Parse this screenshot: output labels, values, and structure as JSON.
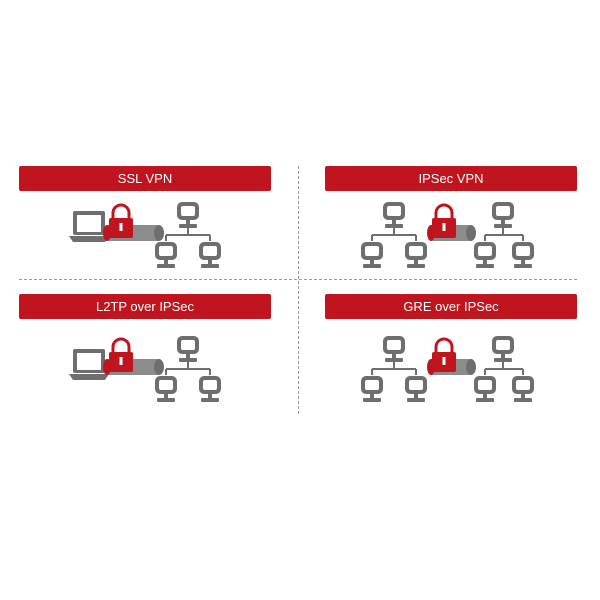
{
  "panels": [
    {
      "id": "ssl",
      "title": "SSL VPN",
      "layout": "laptop-to-network"
    },
    {
      "id": "ipsec",
      "title": "IPSec VPN",
      "layout": "network-to-network"
    },
    {
      "id": "l2tp",
      "title": "L2TP over IPSec",
      "layout": "laptop-to-network"
    },
    {
      "id": "gre",
      "title": "GRE over IPSec",
      "layout": "network-to-network"
    }
  ],
  "colors": {
    "accent": "#c0141e",
    "icon_gray": "#6e6e6e",
    "divider": "#9a9a9a"
  },
  "icons": [
    "laptop-icon",
    "padlock-icon",
    "tunnel-icon",
    "computer-icon"
  ]
}
